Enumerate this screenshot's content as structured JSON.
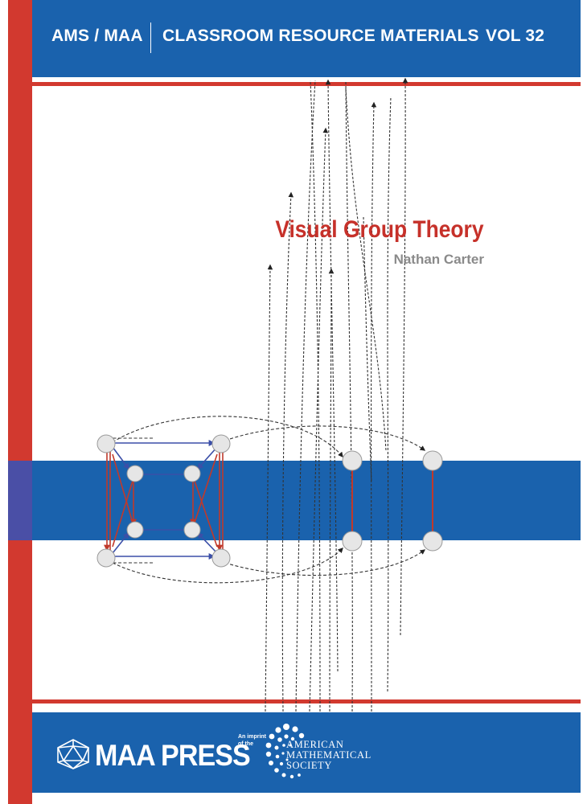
{
  "series": {
    "publisher_left": "AMS / MAA",
    "collection": "CLASSROOM RESOURCE MATERIALS",
    "volume": "VOL 32"
  },
  "book": {
    "title": "Visual Group Theory",
    "author": "Nathan Carter"
  },
  "footer": {
    "press_name": "MAA PRESS",
    "imprint_line1": "An imprint",
    "imprint_line2": "of the",
    "society_line1": "AMERICAN",
    "society_line2": "MATHEMATICAL",
    "society_line3": "SOCIETY"
  },
  "colors": {
    "blue": "#1a62ad",
    "red": "#d2392f",
    "node_fill": "#e6e6e6",
    "edge_blue": "#3b4fa8",
    "edge_red": "#c0392b"
  },
  "icons": {
    "maa_logo": "icosahedron-icon",
    "ams_logo": "dotted-spiral-icon"
  }
}
